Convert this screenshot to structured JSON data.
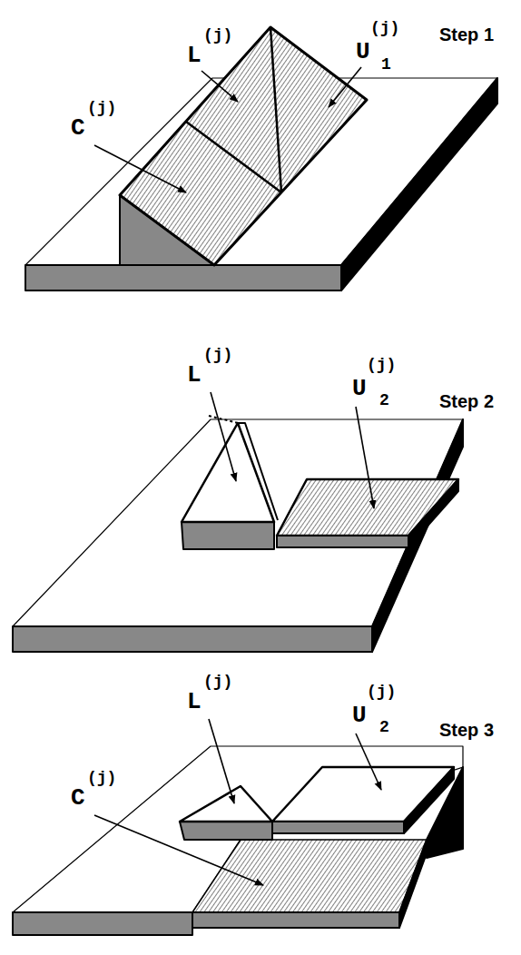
{
  "diagram": {
    "labels": [
      "Step 1",
      "C",
      "(j)",
      "L",
      "(j)",
      "U",
      "(j)",
      "1",
      "Step 2",
      "L",
      "(j)",
      "U",
      "(j)",
      "2",
      "Step 3",
      "L",
      "(j)",
      "U",
      "(j)",
      "2",
      "C",
      "(j)"
    ]
  }
}
